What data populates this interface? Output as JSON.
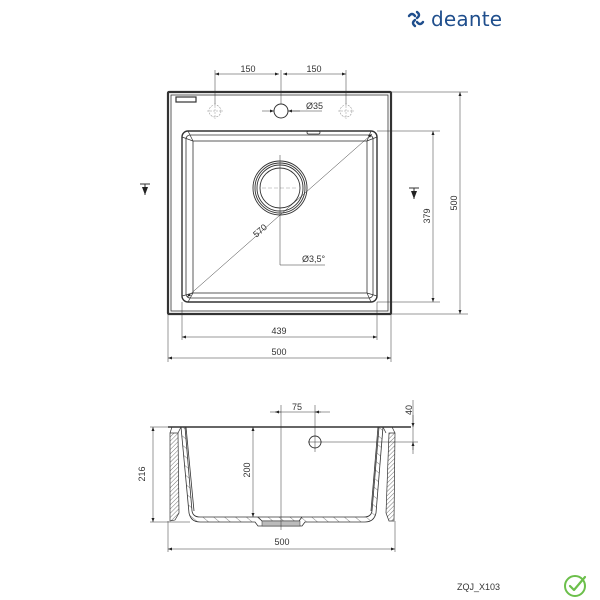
{
  "brand": {
    "name": "deante",
    "color": "#1f4e8c",
    "logo_icon": "deante-logo-icon"
  },
  "footer": {
    "product_code": "ZQJ_X103",
    "check_color": "#6cbf4b",
    "check_icon": "check-circle-icon"
  },
  "top_view": {
    "dims": {
      "tap_hole_left_spacing": "150",
      "tap_hole_right_spacing": "150",
      "tap_hole_diameter": "Ø35",
      "diagonal": "570",
      "drain_angle": "Ø3,5°",
      "inner_width": "439",
      "outer_width": "500",
      "inner_depth": "379",
      "outer_depth": "500"
    }
  },
  "section_view": {
    "dims": {
      "overflow_offset": "75",
      "overflow_height": "40",
      "total_height": "216",
      "bowl_depth": "200",
      "outer_width": "500"
    }
  },
  "colors": {
    "line": "#333333",
    "thin": "#555555",
    "hatch": "#888888"
  }
}
